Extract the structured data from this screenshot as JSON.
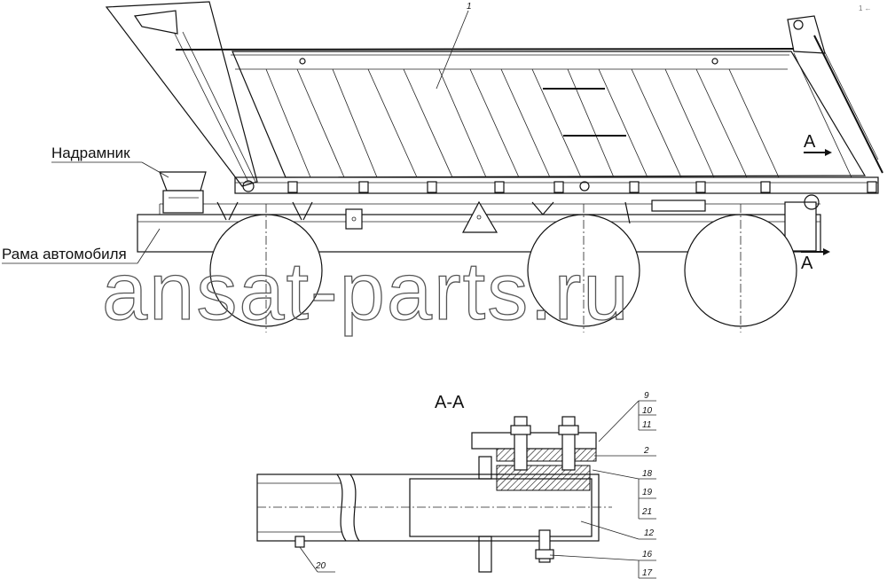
{
  "labels": {
    "subframe": "Надрамник",
    "vehicle_frame": "Рама автомобиля",
    "section_marker_top": "A",
    "section_marker_bottom": "A",
    "section_title": "A-A"
  },
  "callouts": {
    "body": "1",
    "c2": "2",
    "c9": "9",
    "c10": "10",
    "c11": "11",
    "c12": "12",
    "c16": "16",
    "c17": "17",
    "c18": "18",
    "c19": "19",
    "c20": "20",
    "c21": "21"
  },
  "watermark": "ansat-parts.ru",
  "corner_mark": "1 ←"
}
